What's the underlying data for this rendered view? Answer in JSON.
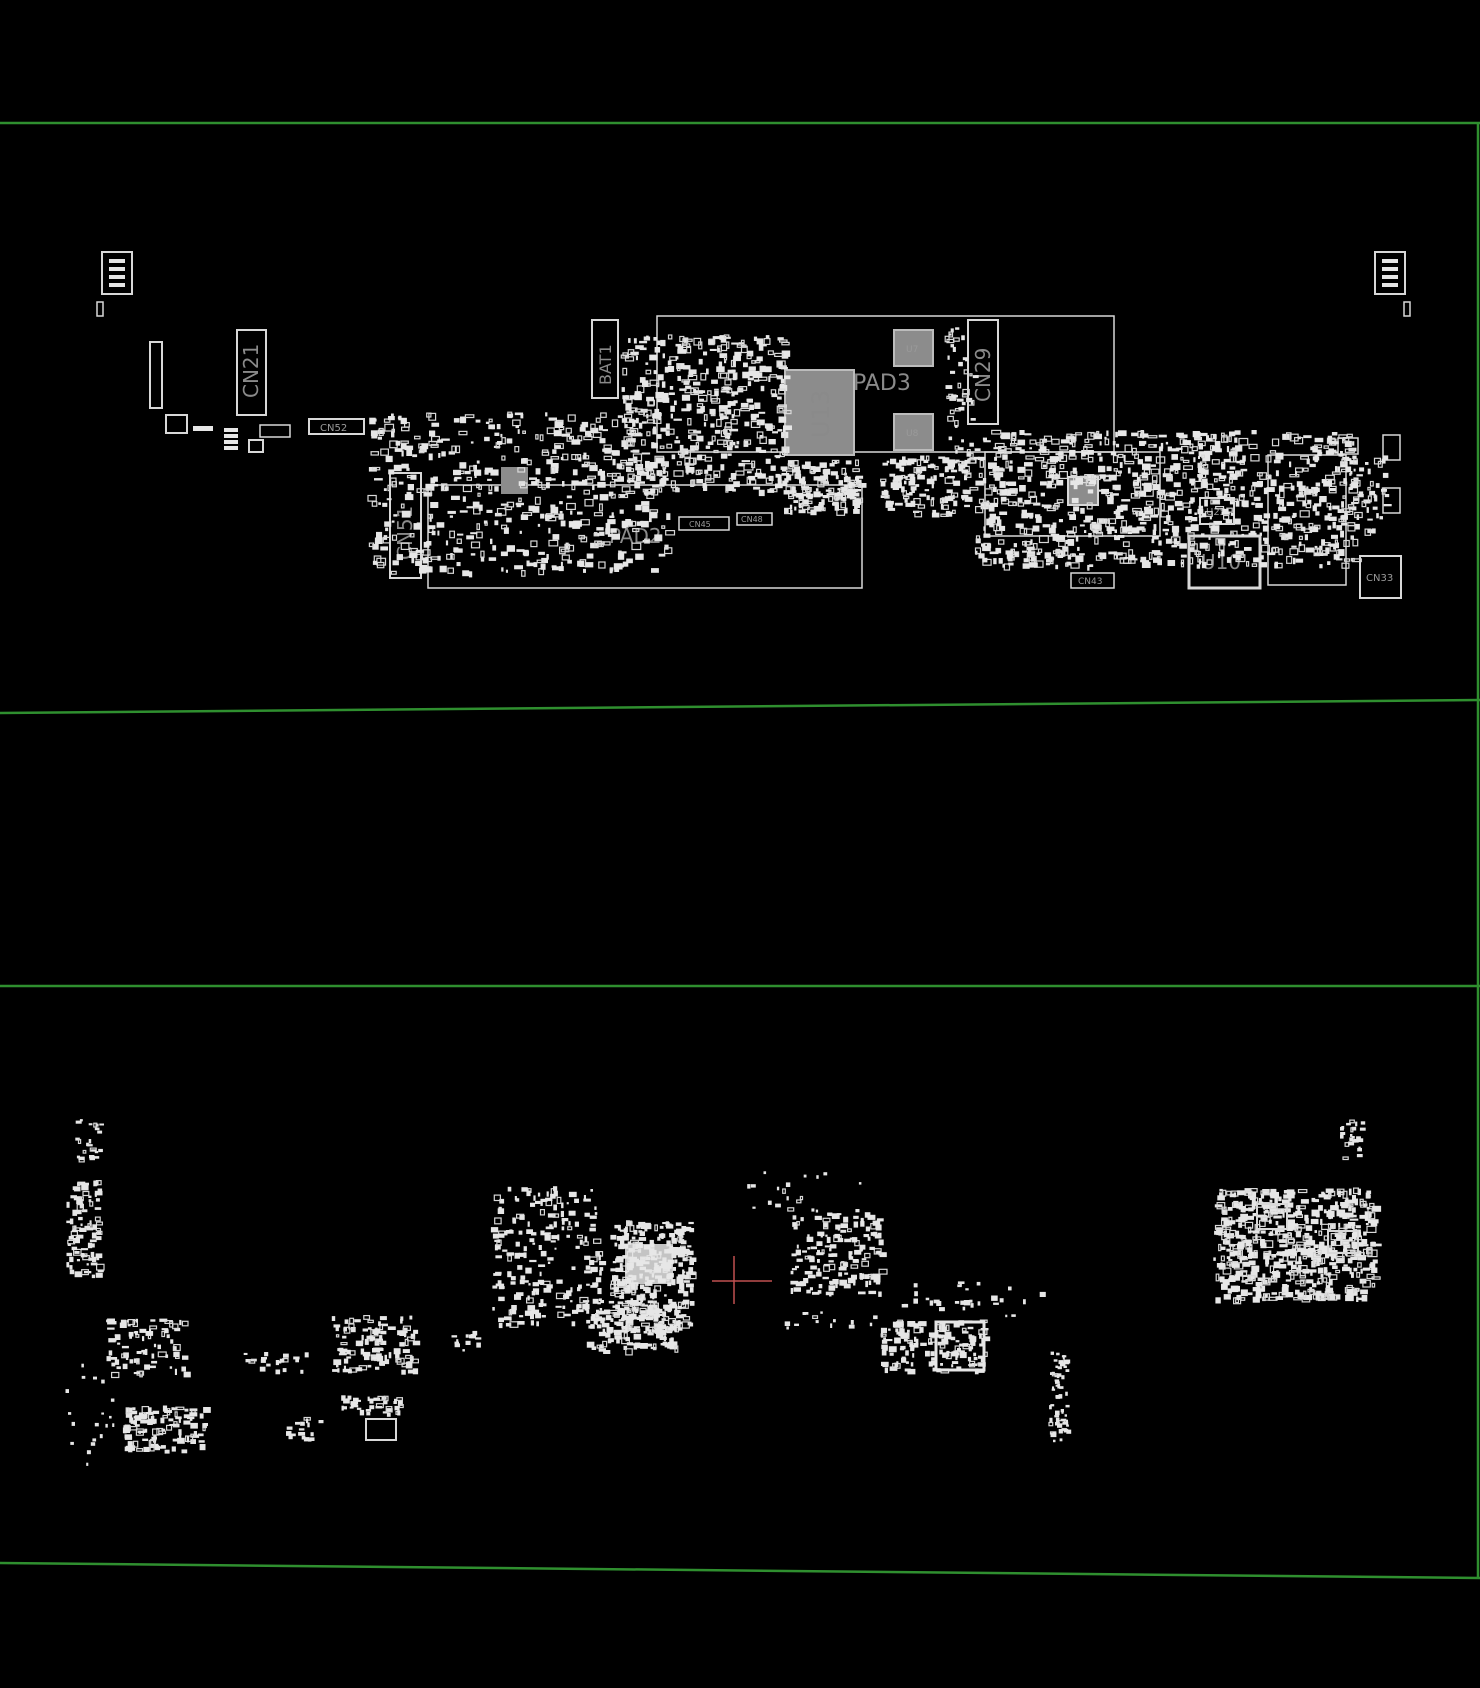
{
  "colors": {
    "background": "#000000",
    "frame_line": "#2f8f2f",
    "outline": "#d8d8d8",
    "component": "#e6e6e6",
    "shaded_chip": "#8c8c8c",
    "label": "#8a8a8a",
    "cursor": "#c05050"
  },
  "top_side": {
    "labels": {
      "cn21": "CN21",
      "bat1": "BAT1",
      "u13": "U13",
      "pad3": "PAD3",
      "cn29": "CN29",
      "cn51": "CN51",
      "pad2": "PAD2",
      "u10": "U10",
      "cn33": "CN33",
      "cn52": "CN52",
      "cn43": "CN43",
      "cn45": "CN45",
      "cn48": "CN48",
      "u25": "U25",
      "u7": "U7",
      "u8": "U8"
    }
  },
  "icons": {
    "cursor": "crosshair-icon"
  }
}
